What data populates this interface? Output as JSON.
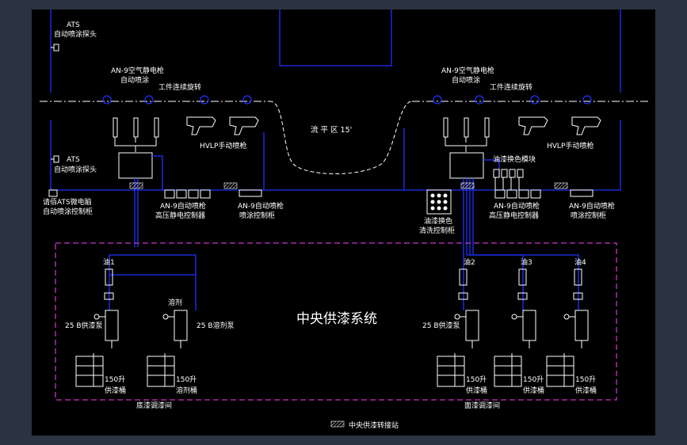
{
  "colors": {
    "background": "#000000",
    "frame": "#2b3340",
    "pipe": "#1e32ff",
    "wire": "#ffffff",
    "boundary": "#c832c8"
  },
  "left": {
    "ats_top": "ATS",
    "ats_top_desc": "自动喷涂探头",
    "an9_title": "AN-9空气静电枪",
    "an9_sub": "自动喷涂",
    "conveyor": "工件连续旋转",
    "hvlp": "HVLP手动喷枪",
    "ats_bottom": "ATS",
    "ats_bottom_desc": "自动喷涂探头",
    "computer_l1": "请佰ATS微电脑",
    "computer_l2": "自动喷涂控制柜",
    "hv_l1": "AN-9自动喷枪",
    "hv_l2": "高压静电控制器",
    "cab_l1": "AN-9自动喷枪",
    "cab_l2": "喷涂控制柜"
  },
  "flash": {
    "label": "流 平 区 15'"
  },
  "right": {
    "an9_title": "AN-9空气静电枪",
    "an9_sub": "自动喷涂",
    "conveyor": "工件连续旋转",
    "hvlp": "HVLP手动喷枪",
    "color_module": "油漆换色模块",
    "color_cab_l1": "油漆换色",
    "color_cab_l2": "清洗控制柜",
    "hv_l1": "AN-9自动喷枪",
    "hv_l2": "高压静电控制器",
    "cab_l1": "AN-9自动喷枪",
    "cab_l2": "喷涂控制柜"
  },
  "supply": {
    "title": "中央供漆系统",
    "oil1": "油1",
    "oil2": "油2",
    "oil3": "油3",
    "oil4": "油4",
    "solvent": "溶剂",
    "pump1": "25 B供漆泵",
    "pump2": "25 B溶剂泵",
    "pump3": "25 B供漆泵",
    "l150a": "150升",
    "l150b": "150升",
    "l150c": "150升",
    "l150d": "150升",
    "l150e": "150升",
    "barrel_paint": "供漆桶",
    "barrel_solvent": "溶剂桶",
    "barrel_paint_c": "供漆桶",
    "barrel_paint_d": "供漆桶",
    "barrel_paint_e": "供漆桶",
    "room_left": "底漆调漆间",
    "room_right": "面漆调漆间"
  },
  "legend": {
    "station": "中央供漆转接站"
  }
}
